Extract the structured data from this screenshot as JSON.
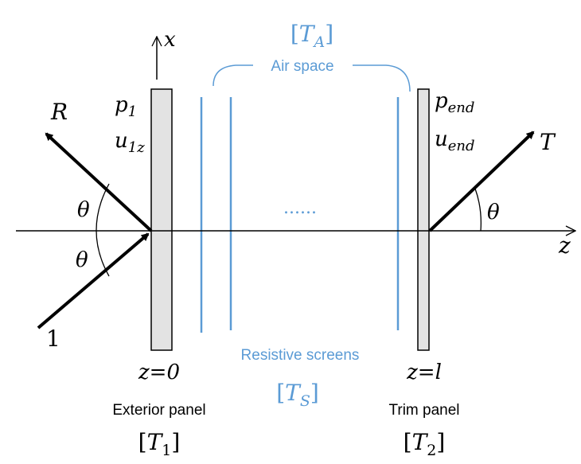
{
  "colors": {
    "line": "#000000",
    "panel_fill": "#e3e3e3",
    "screen": "#5b9bd5",
    "label_blue": "#5b9bd5"
  },
  "axes": {
    "x_label": "x",
    "z_label": "z"
  },
  "waves": {
    "reflected": "R",
    "transmitted": "T",
    "incident": "1",
    "angle": "θ"
  },
  "left_panel": {
    "pressure": {
      "base": "p",
      "sub": "1"
    },
    "velocity": {
      "base": "u",
      "sub": "1z"
    },
    "position": "z=0",
    "name": "Exterior panel",
    "matrix": {
      "open": "[",
      "base": "T",
      "sub": "1",
      "close": "]"
    }
  },
  "right_panel": {
    "pressure": {
      "base": "p",
      "sub": "end"
    },
    "velocity": {
      "base": "u",
      "sub": "end"
    },
    "position": "z=l",
    "name": "Trim panel",
    "matrix": {
      "open": "[",
      "base": "T",
      "sub": "2",
      "close": "]"
    }
  },
  "air_space": {
    "label": "Air space",
    "matrix": {
      "open": "[",
      "base": "T",
      "sub": "A",
      "close": "]"
    }
  },
  "screens": {
    "label": "Resistive screens",
    "ellipsis": "......",
    "matrix": {
      "open": "[",
      "base": "T",
      "sub": "S",
      "close": "]"
    }
  }
}
